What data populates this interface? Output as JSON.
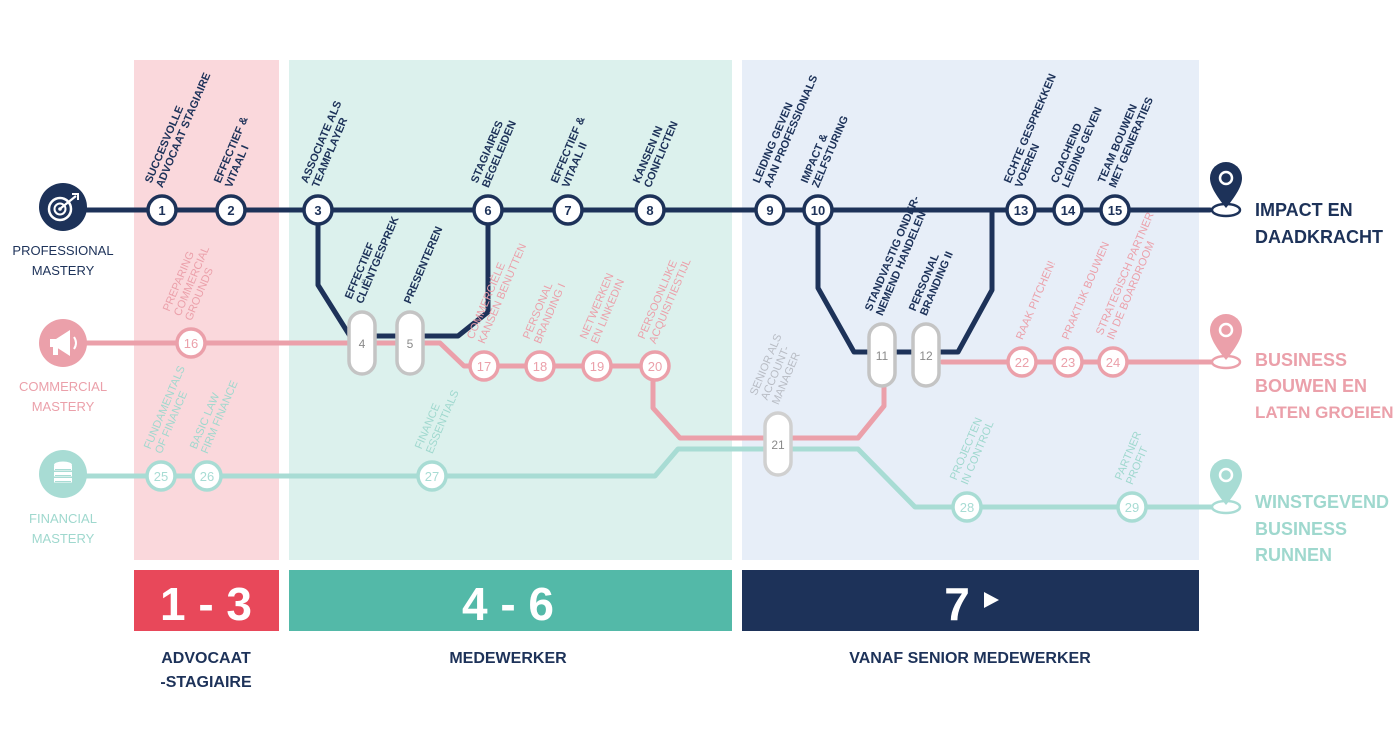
{
  "colors": {
    "navy": "#1d3259",
    "pink": "#eba0aa",
    "pink_text": "#eba0aa",
    "teal": "#a8dcd4",
    "teal_text": "#9fd8ce",
    "gray": "#c4c4c4",
    "band1_bg": "#fad8dc",
    "band2_bg": "#dcf1ed",
    "band3_bg": "#e7eef8",
    "bar1": "#e8485a",
    "bar2": "#53b9a8",
    "bar3": "#1d3259"
  },
  "tracks": {
    "professional": {
      "label_line1": "PROFESSIONAL",
      "label_line2": "MASTERY",
      "icon": "target-icon"
    },
    "commercial": {
      "label_line1": "COMMERCIAL",
      "label_line2": "MASTERY",
      "icon": "megaphone-icon"
    },
    "financial": {
      "label_line1": "FINANCIAL",
      "label_line2": "MASTERY",
      "icon": "coins-icon"
    }
  },
  "destinations": {
    "professional": {
      "line1": "IMPACT EN",
      "line2": "DAADKRACHT",
      "line3": "",
      "icon": "map-pin-icon"
    },
    "commercial": {
      "line1": "BUSINESS",
      "line2": "BOUWEN EN",
      "line3": "LATEN GROEIEN",
      "icon": "map-pin-icon"
    },
    "financial": {
      "line1": "WINSTGEVEND",
      "line2": "BUSINESS",
      "line3": "RUNNEN",
      "icon": "map-pin-icon"
    }
  },
  "phases": [
    {
      "bar_label": "1 - 3",
      "caption_line1": "ADVOCAAT",
      "caption_line2": "-STAGIAIRE"
    },
    {
      "bar_label": "4 - 6",
      "caption_line1": "MEDEWERKER",
      "caption_line2": ""
    },
    {
      "bar_label": "7",
      "bar_icon": "play-icon",
      "caption_line1": "VANAF SENIOR MEDEWERKER",
      "caption_line2": ""
    }
  ],
  "stations": [
    {
      "num": "1",
      "label": [
        "SUCCESVOLLE",
        "ADVOCAAT STAGIAIRE"
      ]
    },
    {
      "num": "2",
      "label": [
        "EFFECTIEF &",
        "VITAAL I"
      ]
    },
    {
      "num": "3",
      "label": [
        "ASSOCIATE ALS",
        "TEAMPLAYER"
      ]
    },
    {
      "num": "4",
      "label": [
        "EFFECTIEF",
        "CLIËNTGESPREK"
      ]
    },
    {
      "num": "5",
      "label": [
        "PRESENTEREN"
      ]
    },
    {
      "num": "6",
      "label": [
        "STAGIAIRES",
        "BEGELEIDEN"
      ]
    },
    {
      "num": "7",
      "label": [
        "EFFECTIEF &",
        "VITAAL II"
      ]
    },
    {
      "num": "8",
      "label": [
        "KANSEN IN",
        "CONFLICTEN"
      ]
    },
    {
      "num": "9",
      "label": [
        "LEIDING GEVEN",
        "AAN PROFESSIONALS"
      ]
    },
    {
      "num": "10",
      "label": [
        "IMPACT &",
        "ZELFSTURING"
      ]
    },
    {
      "num": "11",
      "label": [
        "STANDVASTIG ONDER-",
        "NEMEND HANDELEN"
      ]
    },
    {
      "num": "12",
      "label": [
        "PERSONAL",
        "BRANDING II"
      ]
    },
    {
      "num": "13",
      "label": [
        "ECHTE GESPREKKEN",
        "VOEREN"
      ]
    },
    {
      "num": "14",
      "label": [
        "COACHEND",
        "LEIDING GEVEN"
      ]
    },
    {
      "num": "15",
      "label": [
        "TEAM BOUWEN",
        "MET GENERATIES"
      ]
    },
    {
      "num": "16",
      "label": [
        "PREPARING",
        "COMMERCIAL",
        "GROUNDS"
      ]
    },
    {
      "num": "17",
      "label": [
        "COMMERCIËLE",
        "KANSEN BENUTTEN"
      ]
    },
    {
      "num": "18",
      "label": [
        "PERSONAL",
        "BRANDING I"
      ]
    },
    {
      "num": "19",
      "label": [
        "NETWERKEN",
        "EN LINKEDIN"
      ]
    },
    {
      "num": "20",
      "label": [
        "PERSOONLIJKE",
        "ACQUISITIESTIJL"
      ]
    },
    {
      "num": "21",
      "label": [
        "SENIOR ALS",
        "ACCOUNT-",
        "MANAGER"
      ]
    },
    {
      "num": "22",
      "label": [
        "RAAK PITCHEN!"
      ]
    },
    {
      "num": "23",
      "label": [
        "PRAKTIJK BOUWEN"
      ]
    },
    {
      "num": "24",
      "label": [
        "STRATEGISCH PARTNER",
        "IN DE BOARDROOM"
      ]
    },
    {
      "num": "25",
      "label": [
        "FUNDAMENTALS",
        "OF FINANCE"
      ]
    },
    {
      "num": "26",
      "label": [
        "BASIC LAW",
        "FIRM FINANCE"
      ]
    },
    {
      "num": "27",
      "label": [
        "FINANCE",
        "ESSENTIALS"
      ]
    },
    {
      "num": "28",
      "label": [
        "PROJECTEN",
        "IN CONTROL"
      ]
    },
    {
      "num": "29",
      "label": [
        "PARTNER",
        "PROFIT"
      ]
    }
  ]
}
